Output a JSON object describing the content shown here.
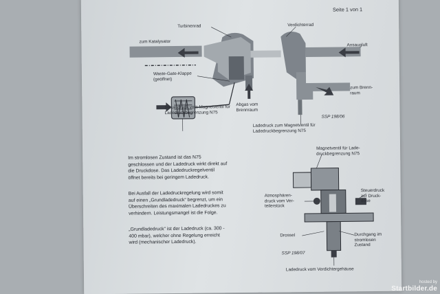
{
  "page": {
    "header": "Seite 1 von 1"
  },
  "diagram1": {
    "labels": {
      "turbinenrad": "Turbinenrad",
      "verdichterrad": "Verdichterrad",
      "zum_katalysator": "zum Katalysator",
      "ansaugluft": "Ansaugluft",
      "waste_gate": "Waste-Gate-Klappe\n(geöffnet)",
      "zum_brennraum": "zum Brenn-\nraum",
      "abgas": "Abgas vom\nBrennraum",
      "steuerdruck": "Steuerdruck vom Magnetventil für\nLadedruckbegrenzung N75",
      "ladedruck": "Ladedruck zum Magnetventil für\nLadedruckbegrenzung N75",
      "ssp": "SSP 198/06"
    }
  },
  "text": {
    "p1": "Im stromlosen Zustand ist das N75\ngeschlossen und der Ladedruck wirkt direkt auf\ndie Druckdose. Das Ladedruckregelventil\nöffnet bereits bei geringem Ladedruck.",
    "p2": "Bei Ausfall der Ladedruckregelung wird somit\nauf einen „Grundladedruck“ begrenzt, um ein\nÜberschreiten des maximalen Ladedruckes zu\nverhindern. Leistungsmangel ist die Folge.",
    "p3": "„Grundladedruck“ ist der Ladedruck (ca. 300 -\n400 mbar), welcher ohne Regelung erreicht\nwird (mechanischer Ladedruck)."
  },
  "diagram2": {
    "labels": {
      "magnetventil": "Magnetventil für Lade-\ndruckbegrenzung N75",
      "atmos": "Atmosphären-\ndruck vom Ver-\nteilerstück",
      "steuerdruck": "Steuerdruck\nzur Druck-\ndose",
      "drossel": "Drossel",
      "durchgang": "Durchgang im\nstromlosen\nZustand",
      "ssp": "SSP 198/07",
      "ladedruck": "Ladedruck vom Verdichtergehäuse"
    }
  },
  "watermark": {
    "line1": "hosted by",
    "line2": "Startbilder.de"
  },
  "colors": {
    "paper": "#d9dddf",
    "background": "#a9aeb2",
    "ink": "#2a2d33",
    "metal": "#8e949a",
    "arrow": "#3a3d44"
  }
}
